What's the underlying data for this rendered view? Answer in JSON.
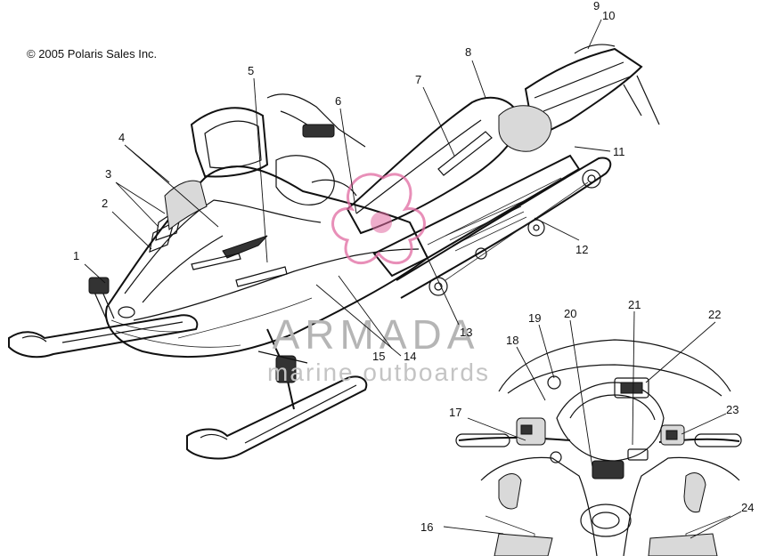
{
  "copyright": "© 2005 Polaris Sales Inc.",
  "watermark": {
    "title": "ARMADA",
    "subtitle": "marine outboards",
    "accent_color": "#e06aa0"
  },
  "callouts": [
    "1",
    "2",
    "3",
    "4",
    "5",
    "6",
    "7",
    "8",
    "9",
    "10",
    "11",
    "12",
    "13",
    "14",
    "15",
    "16",
    "17",
    "18",
    "19",
    "20",
    "21",
    "22",
    "23",
    "24"
  ]
}
